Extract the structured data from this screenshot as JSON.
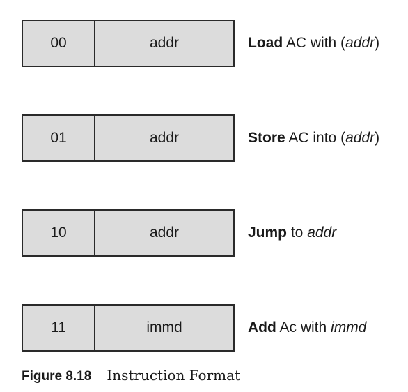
{
  "rows": [
    {
      "opcode": "00",
      "field": "addr",
      "verb": "Load",
      "text": " AC with (",
      "italic": "addr",
      "tail": ")"
    },
    {
      "opcode": "01",
      "field": "addr",
      "verb": "Store",
      "text": " AC into (",
      "italic": "addr",
      "tail": ")"
    },
    {
      "opcode": "10",
      "field": "addr",
      "verb": "Jump",
      "text": " to ",
      "italic": "addr",
      "tail": ""
    },
    {
      "opcode": "11",
      "field": "immd",
      "verb": "Add",
      "text": " Ac with ",
      "italic": "immd",
      "tail": ""
    }
  ],
  "caption": {
    "label": "Figure 8.18",
    "title": "Instruction Format"
  }
}
